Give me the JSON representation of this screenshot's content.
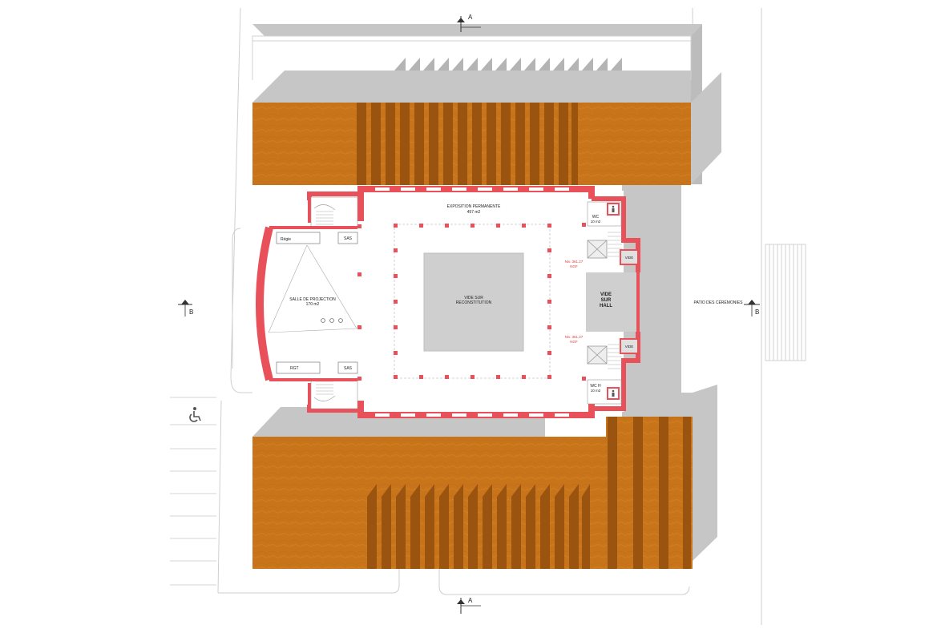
{
  "section_marks": {
    "a": "A",
    "b": "B"
  },
  "rooms": {
    "exposition": {
      "name": "EXPOSITION PERMANENTE",
      "area": "497 m2"
    },
    "vide_reconstitution": {
      "line1": "VIDE SUR",
      "line2": "RECONSTITUTION"
    },
    "salle_projection": {
      "name": "SALLE DE PROJECTION",
      "area": "170 m2"
    },
    "regie": "Régie",
    "rgt": "RGT",
    "sas_top": "SAS",
    "sas_bottom": "SAS",
    "wc_top": {
      "name": "WC",
      "area": "10 m2"
    },
    "wc_bottom": {
      "name": "WC H",
      "area": "10 m2"
    },
    "vide_hall": {
      "line1": "VIDE",
      "line2": "SUR",
      "line3": "HALL"
    },
    "vide_small_top": "VIDE",
    "vide_small_bottom": "VIDE",
    "patio": "PATIO DES CÉRÉMONIES"
  },
  "levels": {
    "top": {
      "line1": "Niv. 361.27",
      "line2": "NGF"
    },
    "bottom": {
      "line1": "Niv. 361.27",
      "line2": "NGF"
    }
  },
  "colors": {
    "wall_red": "#e8505a",
    "ochre": "#c8741a",
    "ochre_dark": "#9a5410",
    "gray": "#c6c6c6",
    "gray_dark": "#b9b9b9"
  },
  "icons": [
    "wheelchair-icon",
    "restroom-icon"
  ]
}
